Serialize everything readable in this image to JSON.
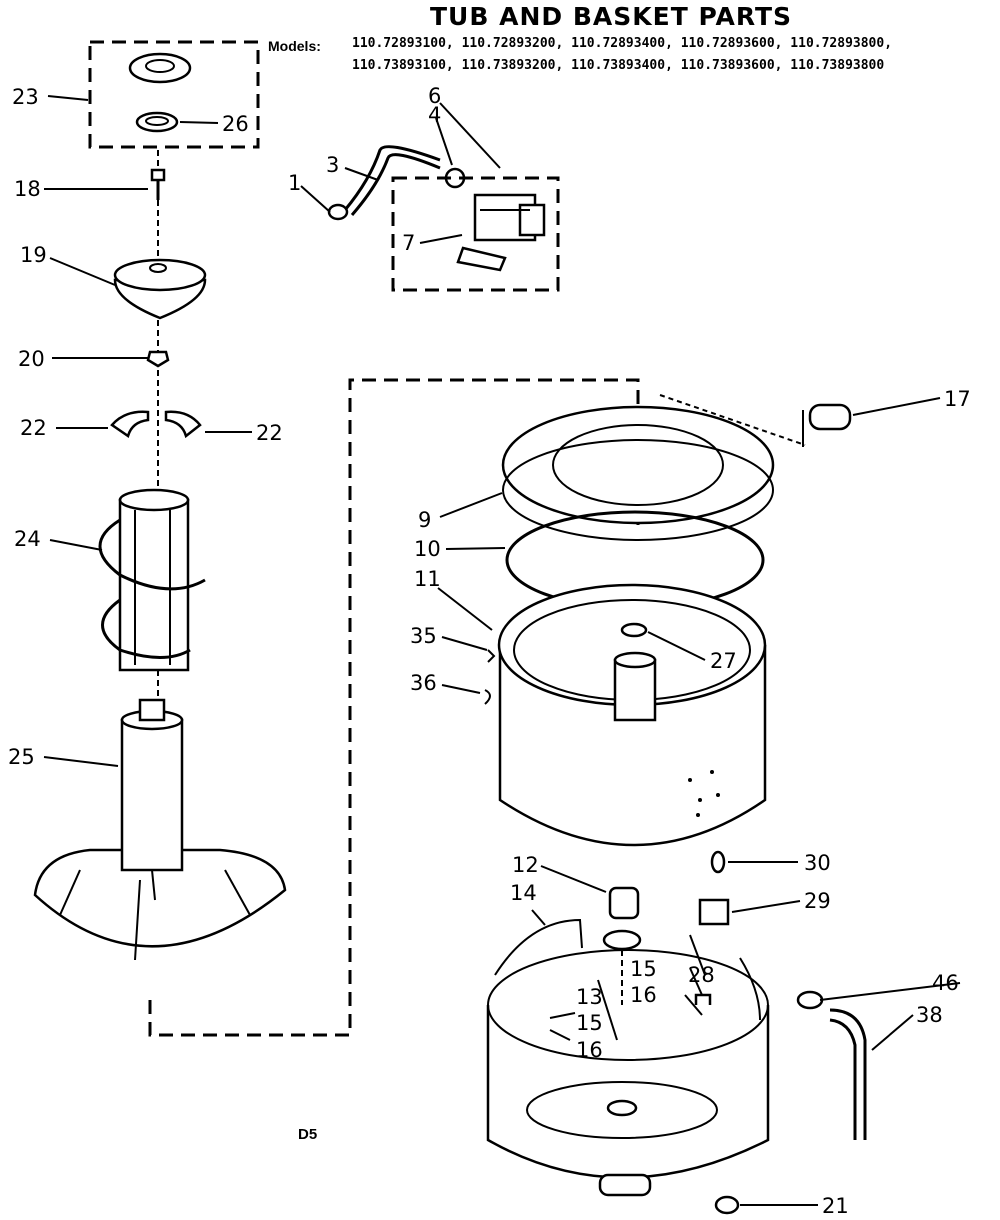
{
  "diagram": {
    "title": "TUB AND BASKET PARTS",
    "models_label": "Models:",
    "models_line_1": "110.72893100, 110.72893200, 110.72893400, 110.72893600, 110.72893800,",
    "models_line_2": "110.73893100, 110.73893200, 110.73893400, 110.73893600, 110.73893800",
    "footer_code": "D5",
    "callouts": {
      "c1": "1",
      "c3": "3",
      "c4": "4",
      "c6": "6",
      "c7": "7",
      "c9": "9",
      "c10": "10",
      "c11": "11",
      "c12": "12",
      "c13": "13",
      "c14": "14",
      "c15a": "15",
      "c15b": "15",
      "c16a": "16",
      "c16b": "16",
      "c17": "17",
      "c18": "18",
      "c19": "19",
      "c20": "20",
      "c21": "21",
      "c22a": "22",
      "c22b": "22",
      "c23": "23",
      "c24": "24",
      "c25": "25",
      "c26": "26",
      "c27": "27",
      "c28": "28",
      "c29": "29",
      "c30": "30",
      "c35": "35",
      "c36": "36",
      "c38": "38",
      "c46": "46"
    }
  }
}
